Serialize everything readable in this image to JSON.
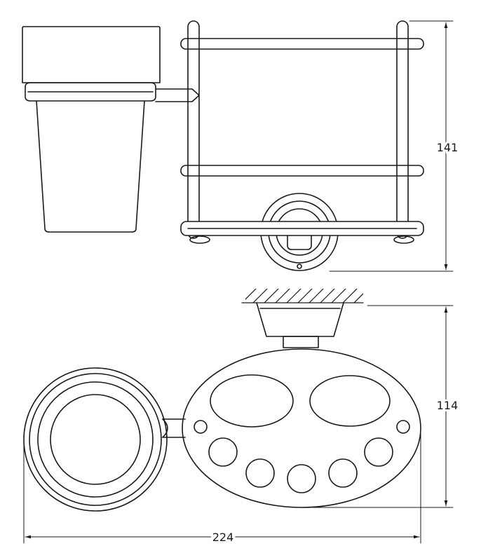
{
  "drawing": {
    "dimensions": {
      "front_height": "141",
      "top_depth": "114",
      "overall_width": "224"
    },
    "line_color": "#1a1a1a",
    "background": "#ffffff"
  }
}
